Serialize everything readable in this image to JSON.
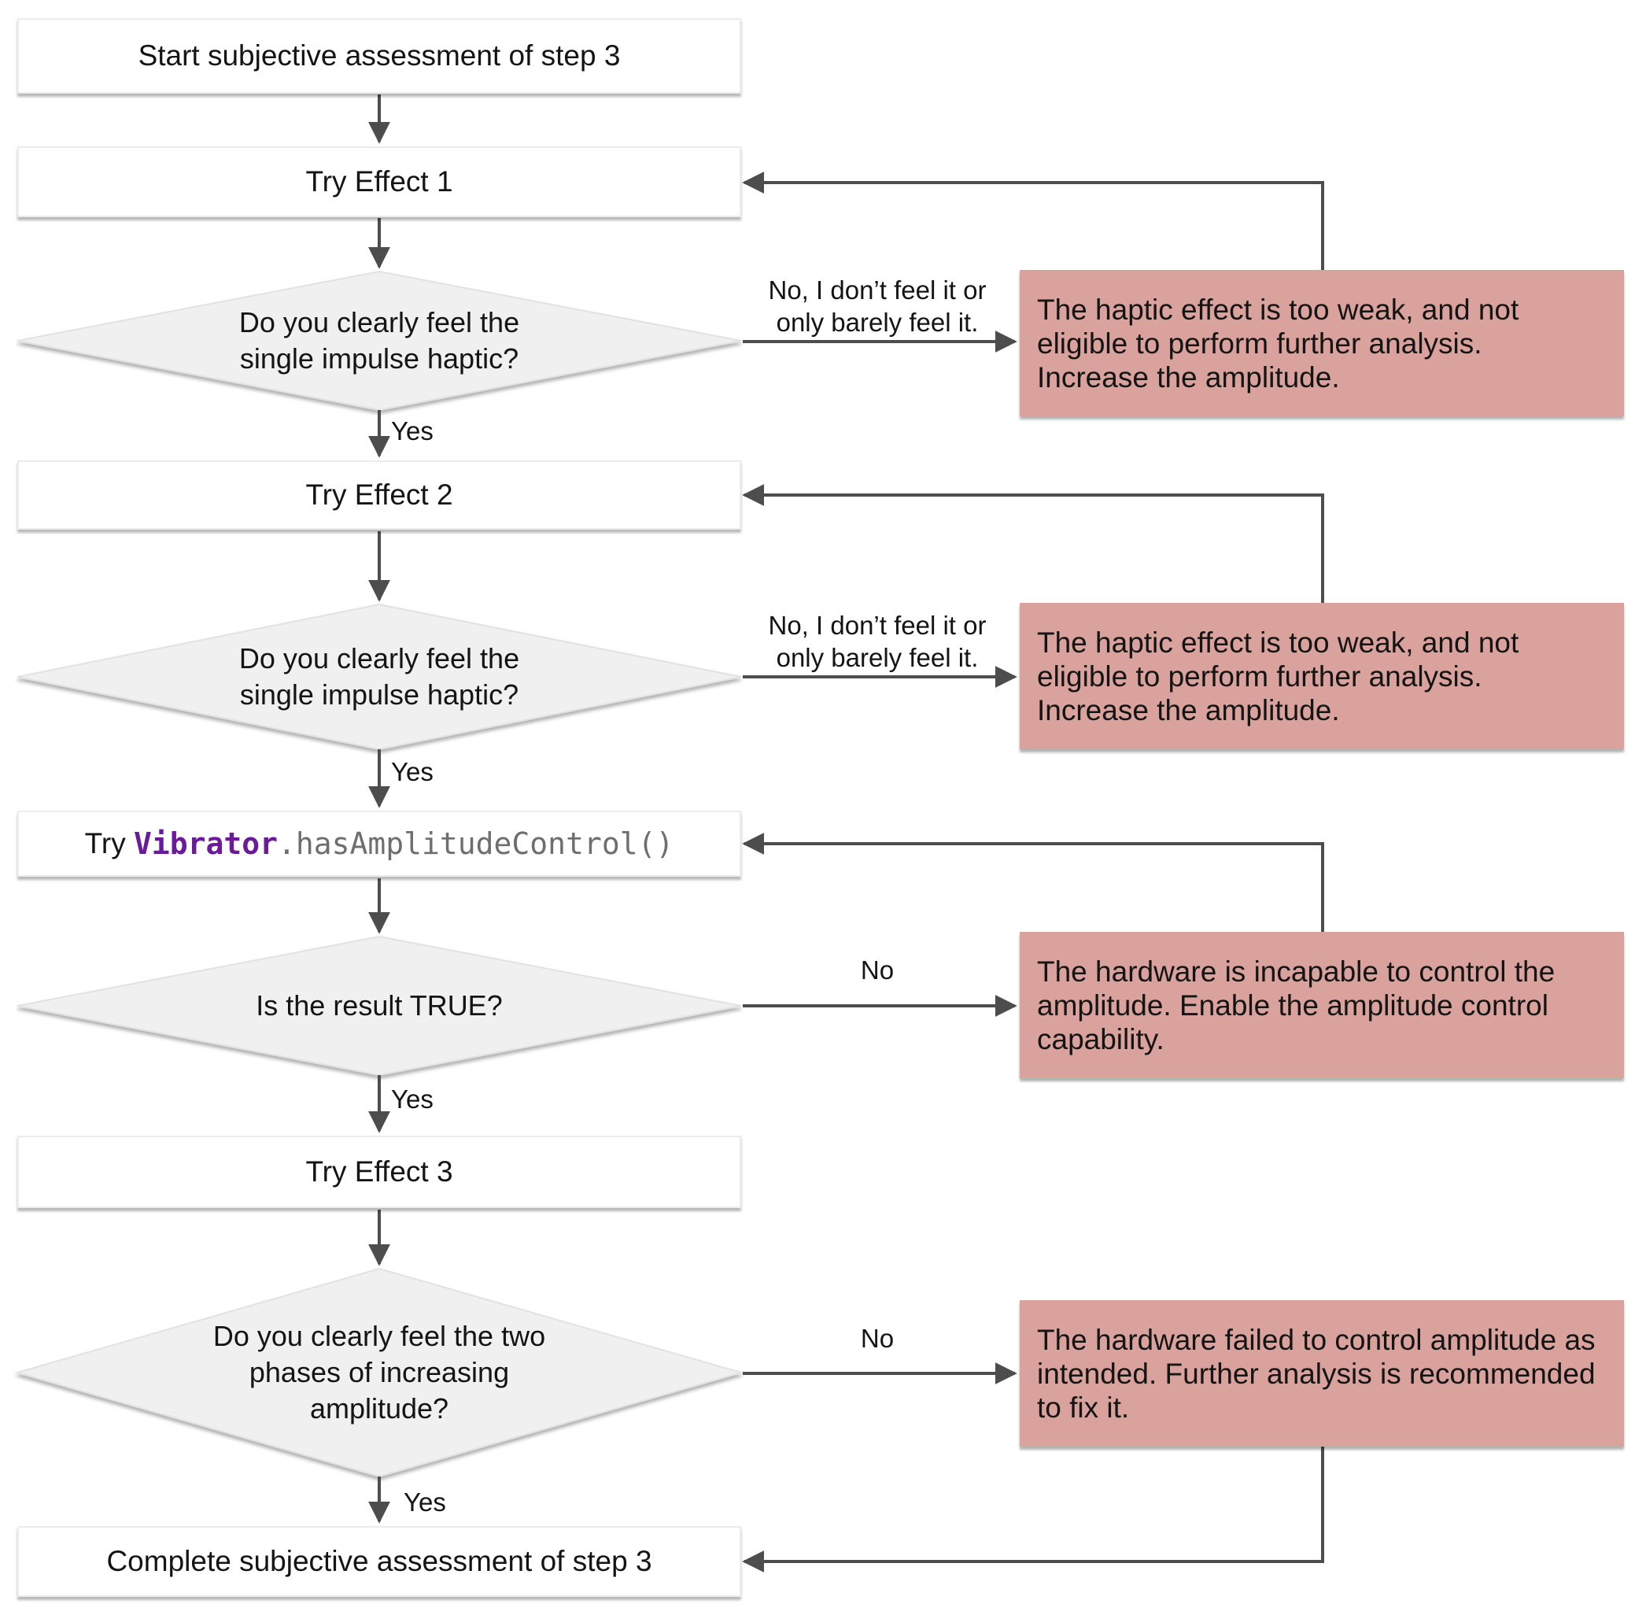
{
  "nodes": {
    "start": "Start subjective assessment of step 3",
    "try_effect_1": "Try Effect 1",
    "decision_impulse_1": [
      "Do you clearly feel the",
      "single impulse haptic?"
    ],
    "try_effect_2": "Try Effect 2",
    "decision_impulse_2": [
      "Do you clearly feel the",
      "single impulse haptic?"
    ],
    "code_step": {
      "prefix": "Try ",
      "class_name": "Vibrator",
      "call": ".hasAmplitudeControl()"
    },
    "decision_result_true": "Is the result TRUE?",
    "try_effect_3": "Try Effect 3",
    "decision_two_phases": [
      "Do you clearly feel the two",
      "phases of increasing",
      "amplitude?"
    ],
    "complete": "Complete subjective assessment of step 3",
    "feedback_weak": [
      "The haptic effect is too weak, and not",
      "eligible to perform further analysis.",
      "Increase the amplitude."
    ],
    "feedback_no_amplitude_control": [
      "The hardware is incapable to control the",
      "amplitude. Enable the amplitude control",
      "capability."
    ],
    "feedback_failed_control": [
      "The hardware failed to control amplitude as",
      "intended. Further analysis is recommended",
      "to fix it."
    ]
  },
  "edge_labels": {
    "yes": "Yes",
    "no": "No",
    "no_feel_line1": "No, I don’t feel it or",
    "no_feel_line2": "only barely feel it."
  },
  "colors": {
    "feedback_box": "#d9a29c",
    "node_box": "#ffffff",
    "decision_fill": "#f0f0f0",
    "connector": "#4d4d4d",
    "code_class": "#6a1b9a",
    "code_call": "#6e6e6e"
  }
}
